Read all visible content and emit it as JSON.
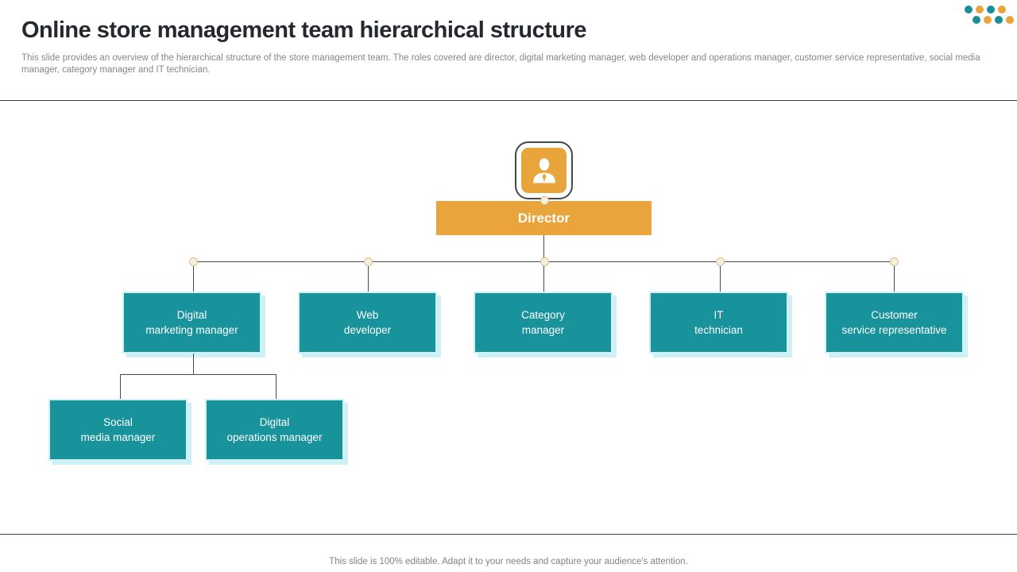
{
  "header": {
    "title": "Online store management team hierarchical structure",
    "subtitle": "This slide provides an overview of the hierarchical structure of the store management team. The roles covered are director, digital marketing manager, web developer and operations manager, customer service representative, social media manager, category manager and IT technician."
  },
  "chart": {
    "type": "org-hierarchy",
    "root": {
      "label": "Director",
      "icon": "person-icon"
    },
    "level1": [
      {
        "line1": "Digital",
        "line2": "marketing manager"
      },
      {
        "line1": "Web",
        "line2": "developer"
      },
      {
        "line1": "Category",
        "line2": "manager"
      },
      {
        "line1": "IT",
        "line2": "technician"
      },
      {
        "line1": "Customer",
        "line2": "service representative"
      }
    ],
    "level2_parent": "Digital marketing manager",
    "level2": [
      {
        "line1": "Social",
        "line2": "media manager"
      },
      {
        "line1": "Digital",
        "line2": "operations manager"
      }
    ]
  },
  "footer": {
    "note": "This slide is 100% editable. Adapt it to your needs and capture your audience's attention."
  },
  "colors": {
    "node_teal": "#18929b",
    "node_teal_halo": "#cdf1f4",
    "accent_amber": "#e9a43c",
    "connector_line": "#4a4a4a",
    "junction_dot_fill": "#f9eedd",
    "junction_dot_border": "#d9bd93",
    "title_text": "#24292d",
    "muted_text": "#868686"
  }
}
